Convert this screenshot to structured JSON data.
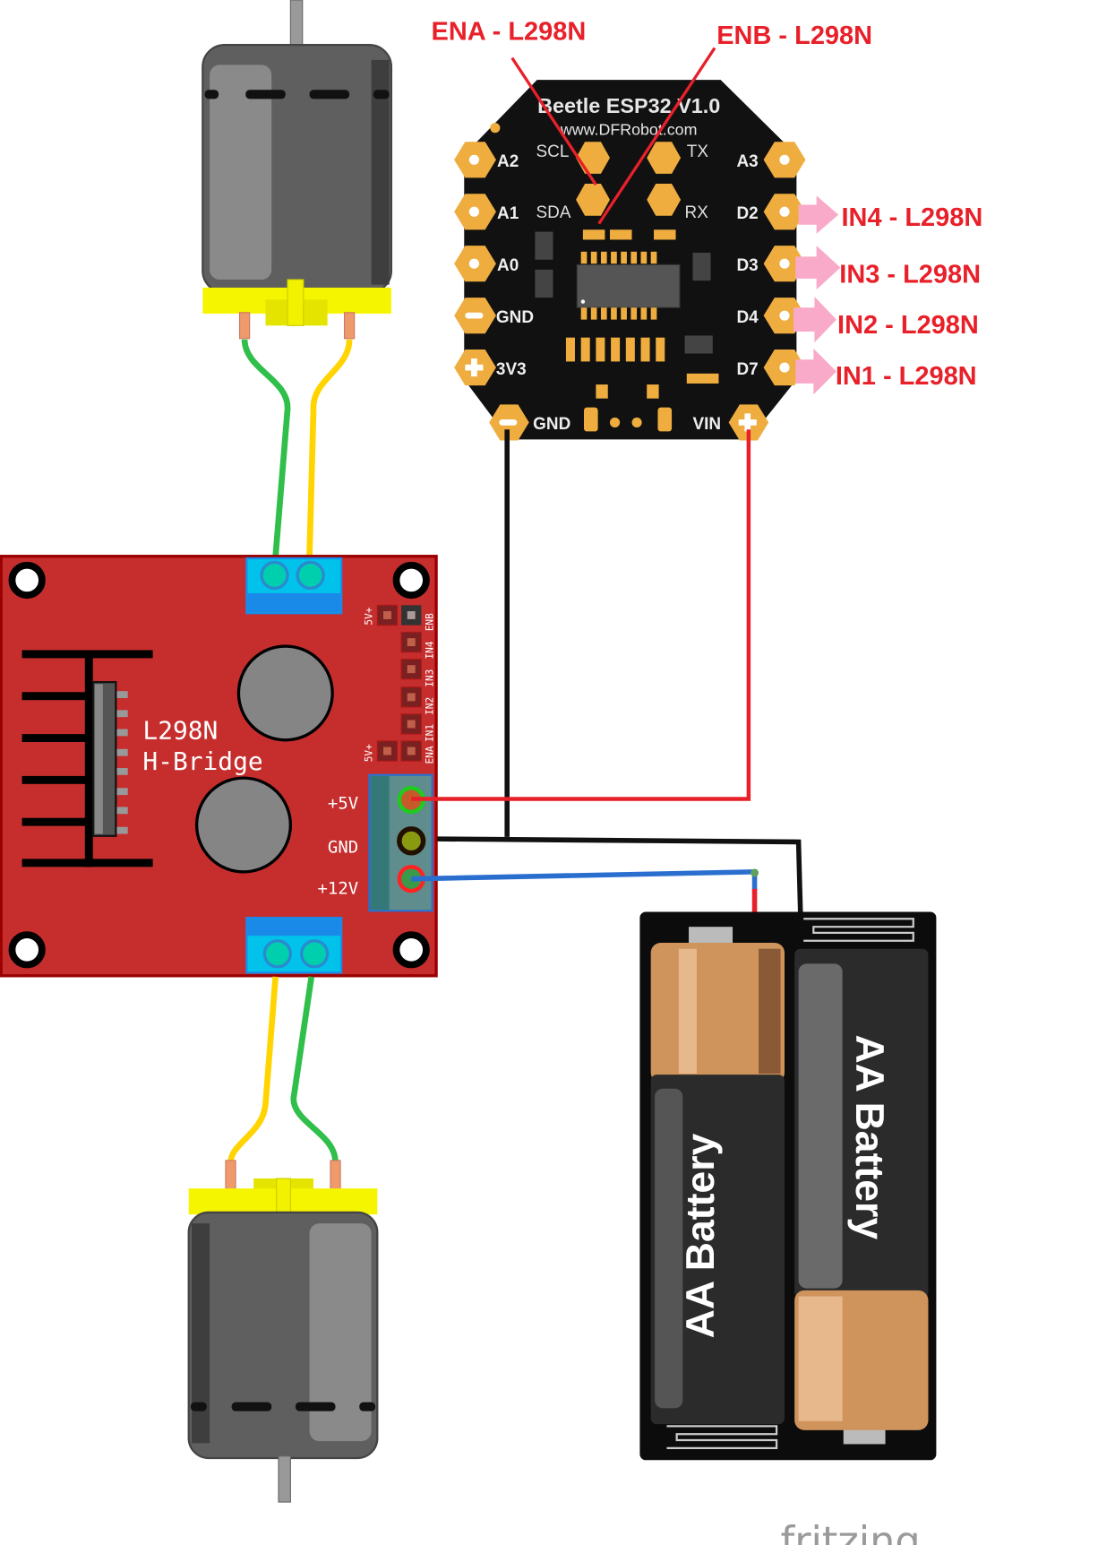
{
  "colors": {
    "annotation_red": "#e8202a",
    "arrow_pink": "#f9aac8",
    "board_red": "#c62e2e",
    "pad_orange": "#efad3f",
    "wire_green": "#2fbf4a",
    "wire_yellow": "#ffd400",
    "wire_red": "#e8202a",
    "wire_black": "#111111",
    "wire_blue": "#2a6fcf",
    "battery_copper": "#cf935c"
  },
  "annotations": {
    "ena": "ENA - L298N",
    "enb": "ENB - L298N",
    "in4": "IN4 - L298N",
    "in3": "IN3 - L298N",
    "in2": "IN2 - L298N",
    "in1": "IN1 - L298N"
  },
  "beetle": {
    "title": "Beetle ESP32 V1.0",
    "url": "www.DFRobot.com",
    "pins": {
      "a2": "A2",
      "a1": "A1",
      "a0": "A0",
      "gnd_left": "GND",
      "v3v3": "3V3",
      "a3": "A3",
      "d2": "D2",
      "d3": "D3",
      "d4": "D4",
      "d7": "D7",
      "scl": "SCL",
      "sda": "SDA",
      "tx": "TX",
      "rx": "RX",
      "gnd_bottom": "GND",
      "vin": "VIN"
    }
  },
  "l298n": {
    "title_line1": "L298N",
    "title_line2": "H-Bridge",
    "pins": {
      "enb": "ENB",
      "in4": "IN4",
      "in3": "IN3",
      "in2": "IN2",
      "in1": "IN1",
      "ena": "ENA",
      "v5_top": "5V+",
      "v5_bottom": "5V+"
    },
    "power": {
      "v5": "+5V",
      "gnd": "GND",
      "v12": "+12V"
    }
  },
  "battery": {
    "left_label": "AA Battery",
    "right_label": "AA Battery"
  },
  "logo": "fritzing"
}
